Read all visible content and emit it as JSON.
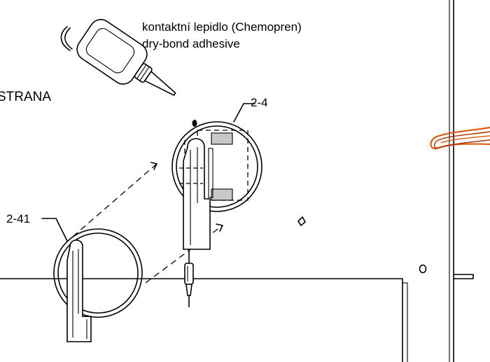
{
  "labels": {
    "adhesive_cz": "kontaktní lepidlo (Chemopren)",
    "adhesive_en": "dry-bond adhesive",
    "strana": "STRANA",
    "ref_top": "2-4",
    "ref_bottom": "2-41"
  },
  "colors": {
    "ink": "#000000",
    "glue_fill": "#c8c8c8",
    "rubber_band": "#e05a10",
    "rubber_band_dark": "#a83200"
  },
  "icons": {
    "glue_bottle": "glue-bottle-icon",
    "rubber_band": "rubber-band-icon"
  }
}
